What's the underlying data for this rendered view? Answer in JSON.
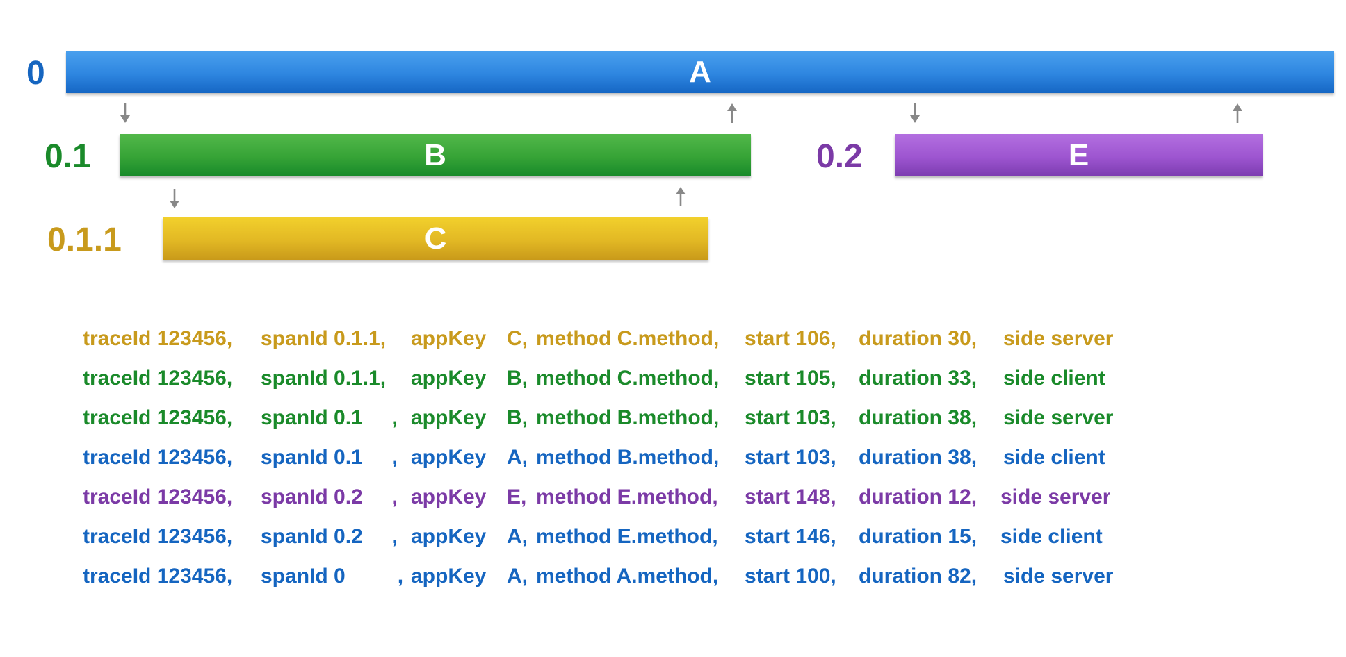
{
  "colors": {
    "blue": "#1565c0",
    "green": "#1a8a2a",
    "purple": "#7b3aa6",
    "gold": "#c89a1c",
    "arrow": "#888888"
  },
  "spans": {
    "a": {
      "id": "0",
      "name": "A",
      "color": "#1565c0"
    },
    "b": {
      "id": "0.1",
      "name": "B",
      "color": "#1a8a2a"
    },
    "e": {
      "id": "0.2",
      "name": "E",
      "color": "#7b3aa6"
    },
    "c": {
      "id": "0.1.1",
      "name": "C",
      "color": "#c89a1c"
    }
  },
  "arrows": [
    {
      "direction": "down"
    },
    {
      "direction": "up"
    },
    {
      "direction": "down"
    },
    {
      "direction": "up"
    },
    {
      "direction": "down"
    },
    {
      "direction": "up"
    }
  ],
  "records": [
    {
      "traceId": "traceId 123456,",
      "spanId": "spanId 0.1.1,",
      "appKey": "appKey",
      "app": "C,",
      "method": "method C.method,",
      "start": "start 106,",
      "duration": "duration 30,",
      "side": "side server",
      "color": "#c89a1c"
    },
    {
      "traceId": "traceId 123456,",
      "spanId": "spanId 0.1.1,",
      "appKey": "appKey",
      "app": "B,",
      "method": "method C.method,",
      "start": "start 105,",
      "duration": "duration 33,",
      "side": "side client",
      "color": "#1a8a2a"
    },
    {
      "traceId": "traceId 123456,",
      "spanId": "spanId 0.1     ,",
      "appKey": "appKey",
      "app": "B,",
      "method": "method B.method,",
      "start": "start 103,",
      "duration": "duration 38,",
      "side": "side server",
      "color": "#1a8a2a"
    },
    {
      "traceId": "traceId 123456,",
      "spanId": "spanId 0.1     ,",
      "appKey": "appKey",
      "app": "A,",
      "method": "method B.method,",
      "start": "start 103,",
      "duration": "duration 38,",
      "side": "side client",
      "color": "#1565c0"
    },
    {
      "traceId": "traceId 123456,",
      "spanId": "spanId 0.2     ,",
      "appKey": "appKey",
      "app": "E,",
      "method": "method E.method,",
      "start": "start 148,",
      "duration": "duration 12,",
      "side": "side server",
      "color": "#7b3aa6"
    },
    {
      "traceId": "traceId 123456,",
      "spanId": "spanId 0.2     ,",
      "appKey": "appKey",
      "app": "A,",
      "method": "method E.method,",
      "start": "start 146,",
      "duration": "duration 15,",
      "side": "side client",
      "color": "#1565c0"
    },
    {
      "traceId": "traceId 123456,",
      "spanId": "spanId 0         ,",
      "appKey": "appKey",
      "app": "A,",
      "method": "method A.method,",
      "start": "start 100,",
      "duration": "duration 82,",
      "side": "side server",
      "color": "#1565c0"
    }
  ]
}
